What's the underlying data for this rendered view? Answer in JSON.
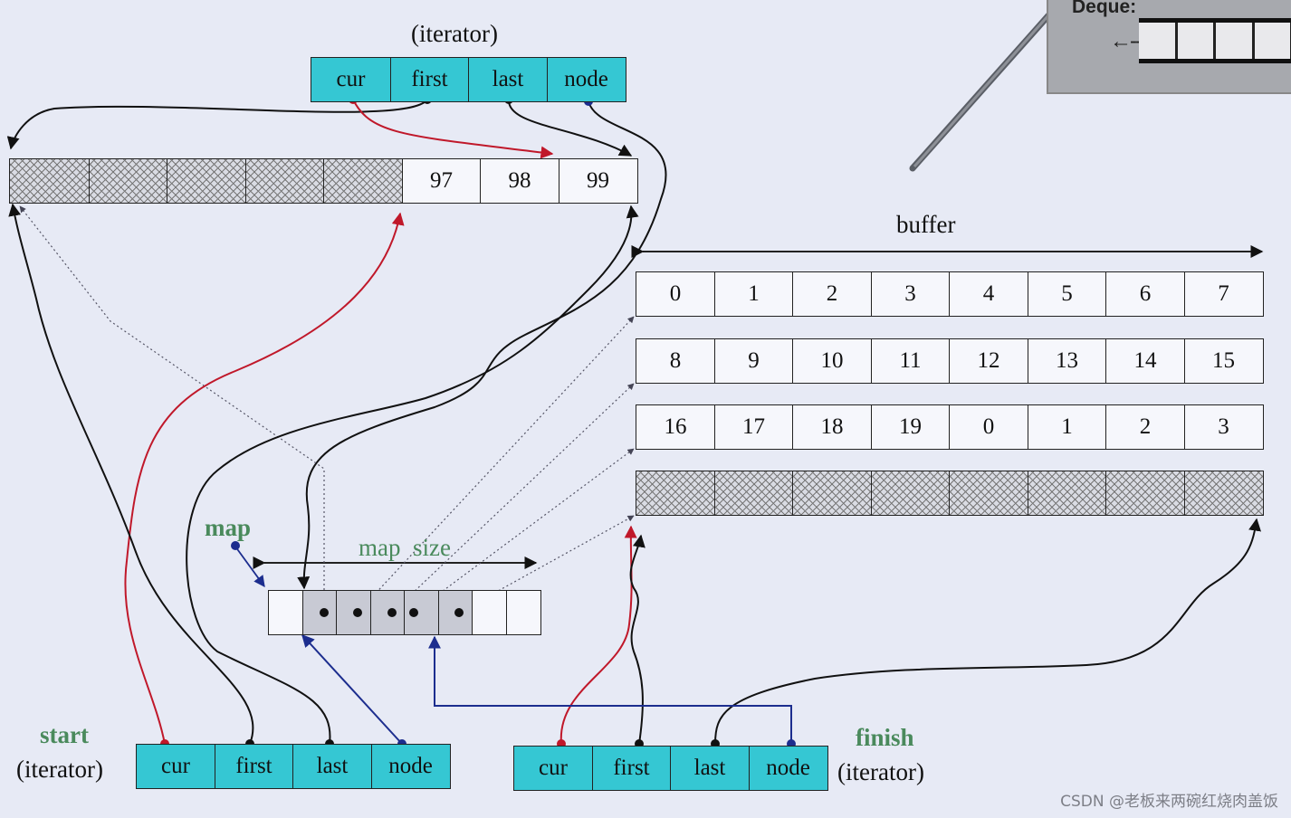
{
  "top_iterator": {
    "title": "(iterator)",
    "fields": [
      "cur",
      "first",
      "last",
      "node"
    ]
  },
  "top_buffer": {
    "values": [
      "",
      "",
      "",
      "",
      "",
      "97",
      "98",
      "99"
    ]
  },
  "buffer_label": "buffer",
  "buffers": [
    [
      "0",
      "1",
      "2",
      "3",
      "4",
      "5",
      "6",
      "7"
    ],
    [
      "8",
      "9",
      "10",
      "11",
      "12",
      "13",
      "14",
      "15"
    ],
    [
      "16",
      "17",
      "18",
      "19",
      "0",
      "1",
      "2",
      "3"
    ],
    [
      "",
      "",
      "",
      "",
      "",
      "",
      "",
      ""
    ]
  ],
  "map": {
    "label": "map",
    "size_label": "map  size",
    "cell_count": 8,
    "used_cells": [
      1,
      2,
      3,
      4,
      5
    ]
  },
  "start": {
    "label": "start",
    "sub": "(iterator)",
    "fields": [
      "cur",
      "first",
      "last",
      "node"
    ]
  },
  "finish": {
    "label": "finish",
    "sub": "(iterator)",
    "fields": [
      "cur",
      "first",
      "last",
      "node"
    ]
  },
  "deque_panel": {
    "title": "Deque:",
    "arrow": "←---",
    "cells": 4
  },
  "watermark": "CSDN @老板来两碗红烧肉盖饭",
  "colors": {
    "iterator_fill": "#35c7d3",
    "background": "#e7eaf5",
    "red_pointer": "#c0182a",
    "blue_pointer": "#1c2d8e",
    "dark_pointer": "#111111"
  }
}
